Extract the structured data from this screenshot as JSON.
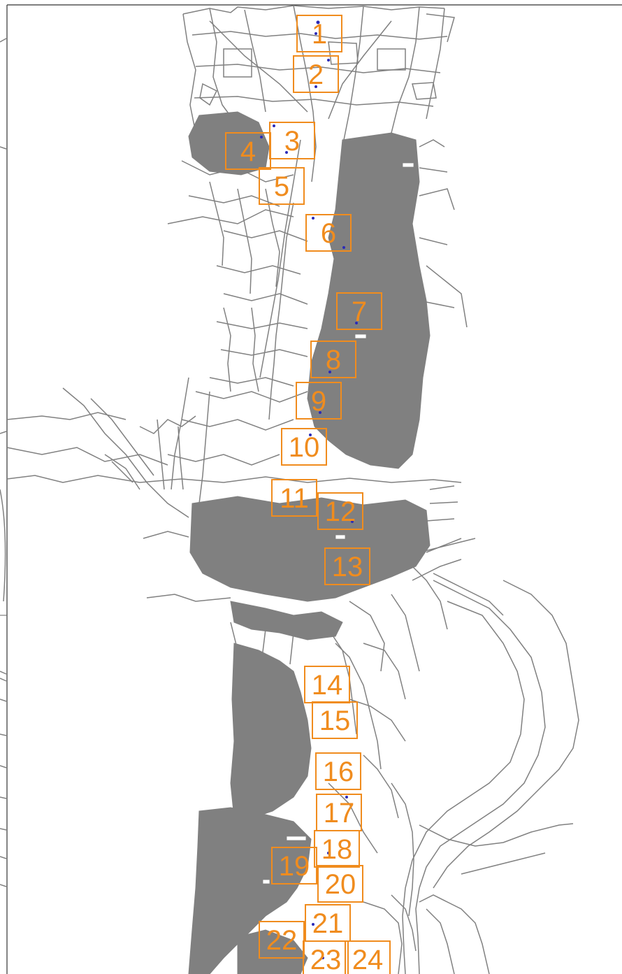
{
  "map": {
    "base_color": "#808080",
    "box_color": "#f08c1e",
    "point_color": "#2a2ab8",
    "frame_color": "#333333",
    "grid_boxes": [
      {
        "label": "1"
      },
      {
        "label": "2"
      },
      {
        "label": "3"
      },
      {
        "label": "4"
      },
      {
        "label": "5"
      },
      {
        "label": "6"
      },
      {
        "label": "7"
      },
      {
        "label": "8"
      },
      {
        "label": "9"
      },
      {
        "label": "10"
      },
      {
        "label": "11"
      },
      {
        "label": "12"
      },
      {
        "label": "13"
      },
      {
        "label": "14"
      },
      {
        "label": "15"
      },
      {
        "label": "16"
      },
      {
        "label": "17"
      },
      {
        "label": "18"
      },
      {
        "label": "19"
      },
      {
        "label": "20"
      },
      {
        "label": "21"
      },
      {
        "label": "22"
      },
      {
        "label": "23"
      },
      {
        "label": "24"
      }
    ]
  }
}
